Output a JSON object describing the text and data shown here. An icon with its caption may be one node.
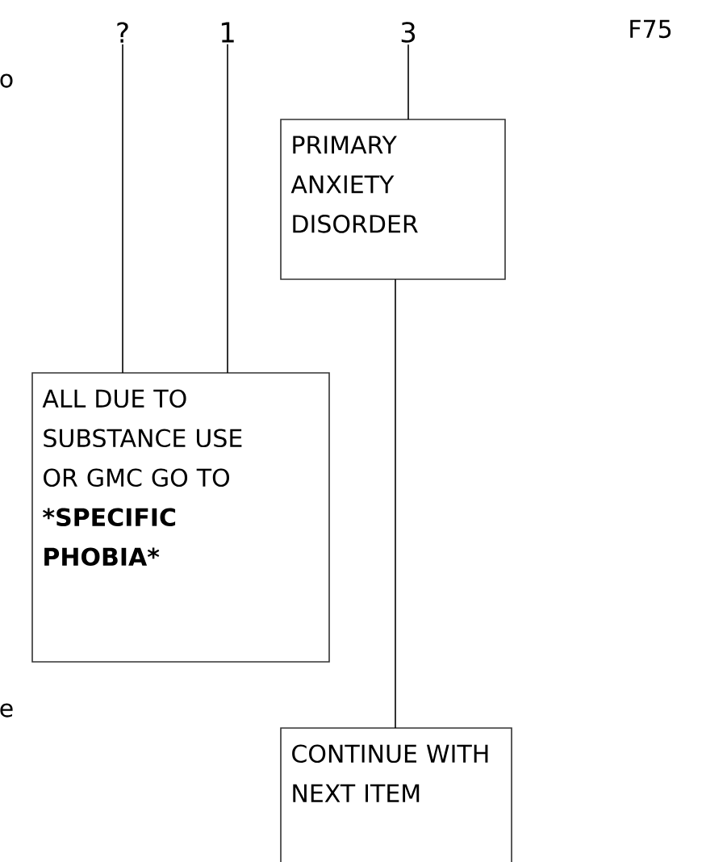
{
  "diagram": {
    "nodes": [
      {
        "text": [
          "?"
        ]
      },
      {
        "text": [
          "1"
        ]
      },
      {
        "text": [
          "3"
        ]
      },
      {
        "text": [
          "PRIMARY ANXIETY DISORDER"
        ]
      },
      {
        "text": [
          "ALL DUE TO SUBSTANCE USE OR GMC GO TO",
          "*SPECIFIC",
          "PHOBIA*"
        ]
      },
      {
        "text": [
          "CONTINUE WITH NEXT ITEM"
        ]
      }
    ],
    "edges": [
      {
        "from": 0,
        "to": 4,
        "arrow": "none"
      },
      {
        "from": 1,
        "to": 4,
        "arrow": "none"
      },
      {
        "from": 2,
        "to": 3,
        "arrow": "none"
      },
      {
        "from": 3,
        "to": 5,
        "arrow": "none"
      }
    ],
    "labels": [
      "F75",
      "o",
      "e"
    ]
  }
}
